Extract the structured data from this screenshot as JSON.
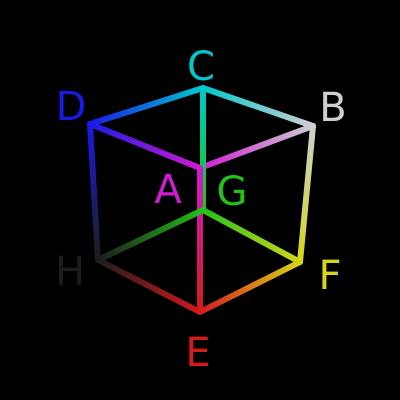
{
  "diagram": {
    "vertices": [
      {
        "id": "C",
        "label": "C",
        "color": "#00c8cc"
      },
      {
        "id": "B",
        "label": "B",
        "color": "#cfcfd2"
      },
      {
        "id": "D",
        "label": "D",
        "color": "#1a1ae6"
      },
      {
        "id": "A",
        "label": "A",
        "color": "#d11ad1"
      },
      {
        "id": "G",
        "label": "G",
        "color": "#22c21a"
      },
      {
        "id": "H",
        "label": "H",
        "color": "#1c1c1c"
      },
      {
        "id": "F",
        "label": "F",
        "color": "#d6d619"
      },
      {
        "id": "E",
        "label": "E",
        "color": "#d41a1a"
      }
    ],
    "edges": [
      {
        "from": "D",
        "to": "C"
      },
      {
        "from": "C",
        "to": "B"
      },
      {
        "from": "D",
        "to": "A"
      },
      {
        "from": "A",
        "to": "B"
      },
      {
        "from": "C",
        "to": "G"
      },
      {
        "from": "D",
        "to": "H"
      },
      {
        "from": "B",
        "to": "F"
      },
      {
        "from": "A",
        "to": "E"
      },
      {
        "from": "H",
        "to": "G"
      },
      {
        "from": "G",
        "to": "F"
      },
      {
        "from": "H",
        "to": "E"
      },
      {
        "from": "E",
        "to": "F"
      }
    ]
  }
}
